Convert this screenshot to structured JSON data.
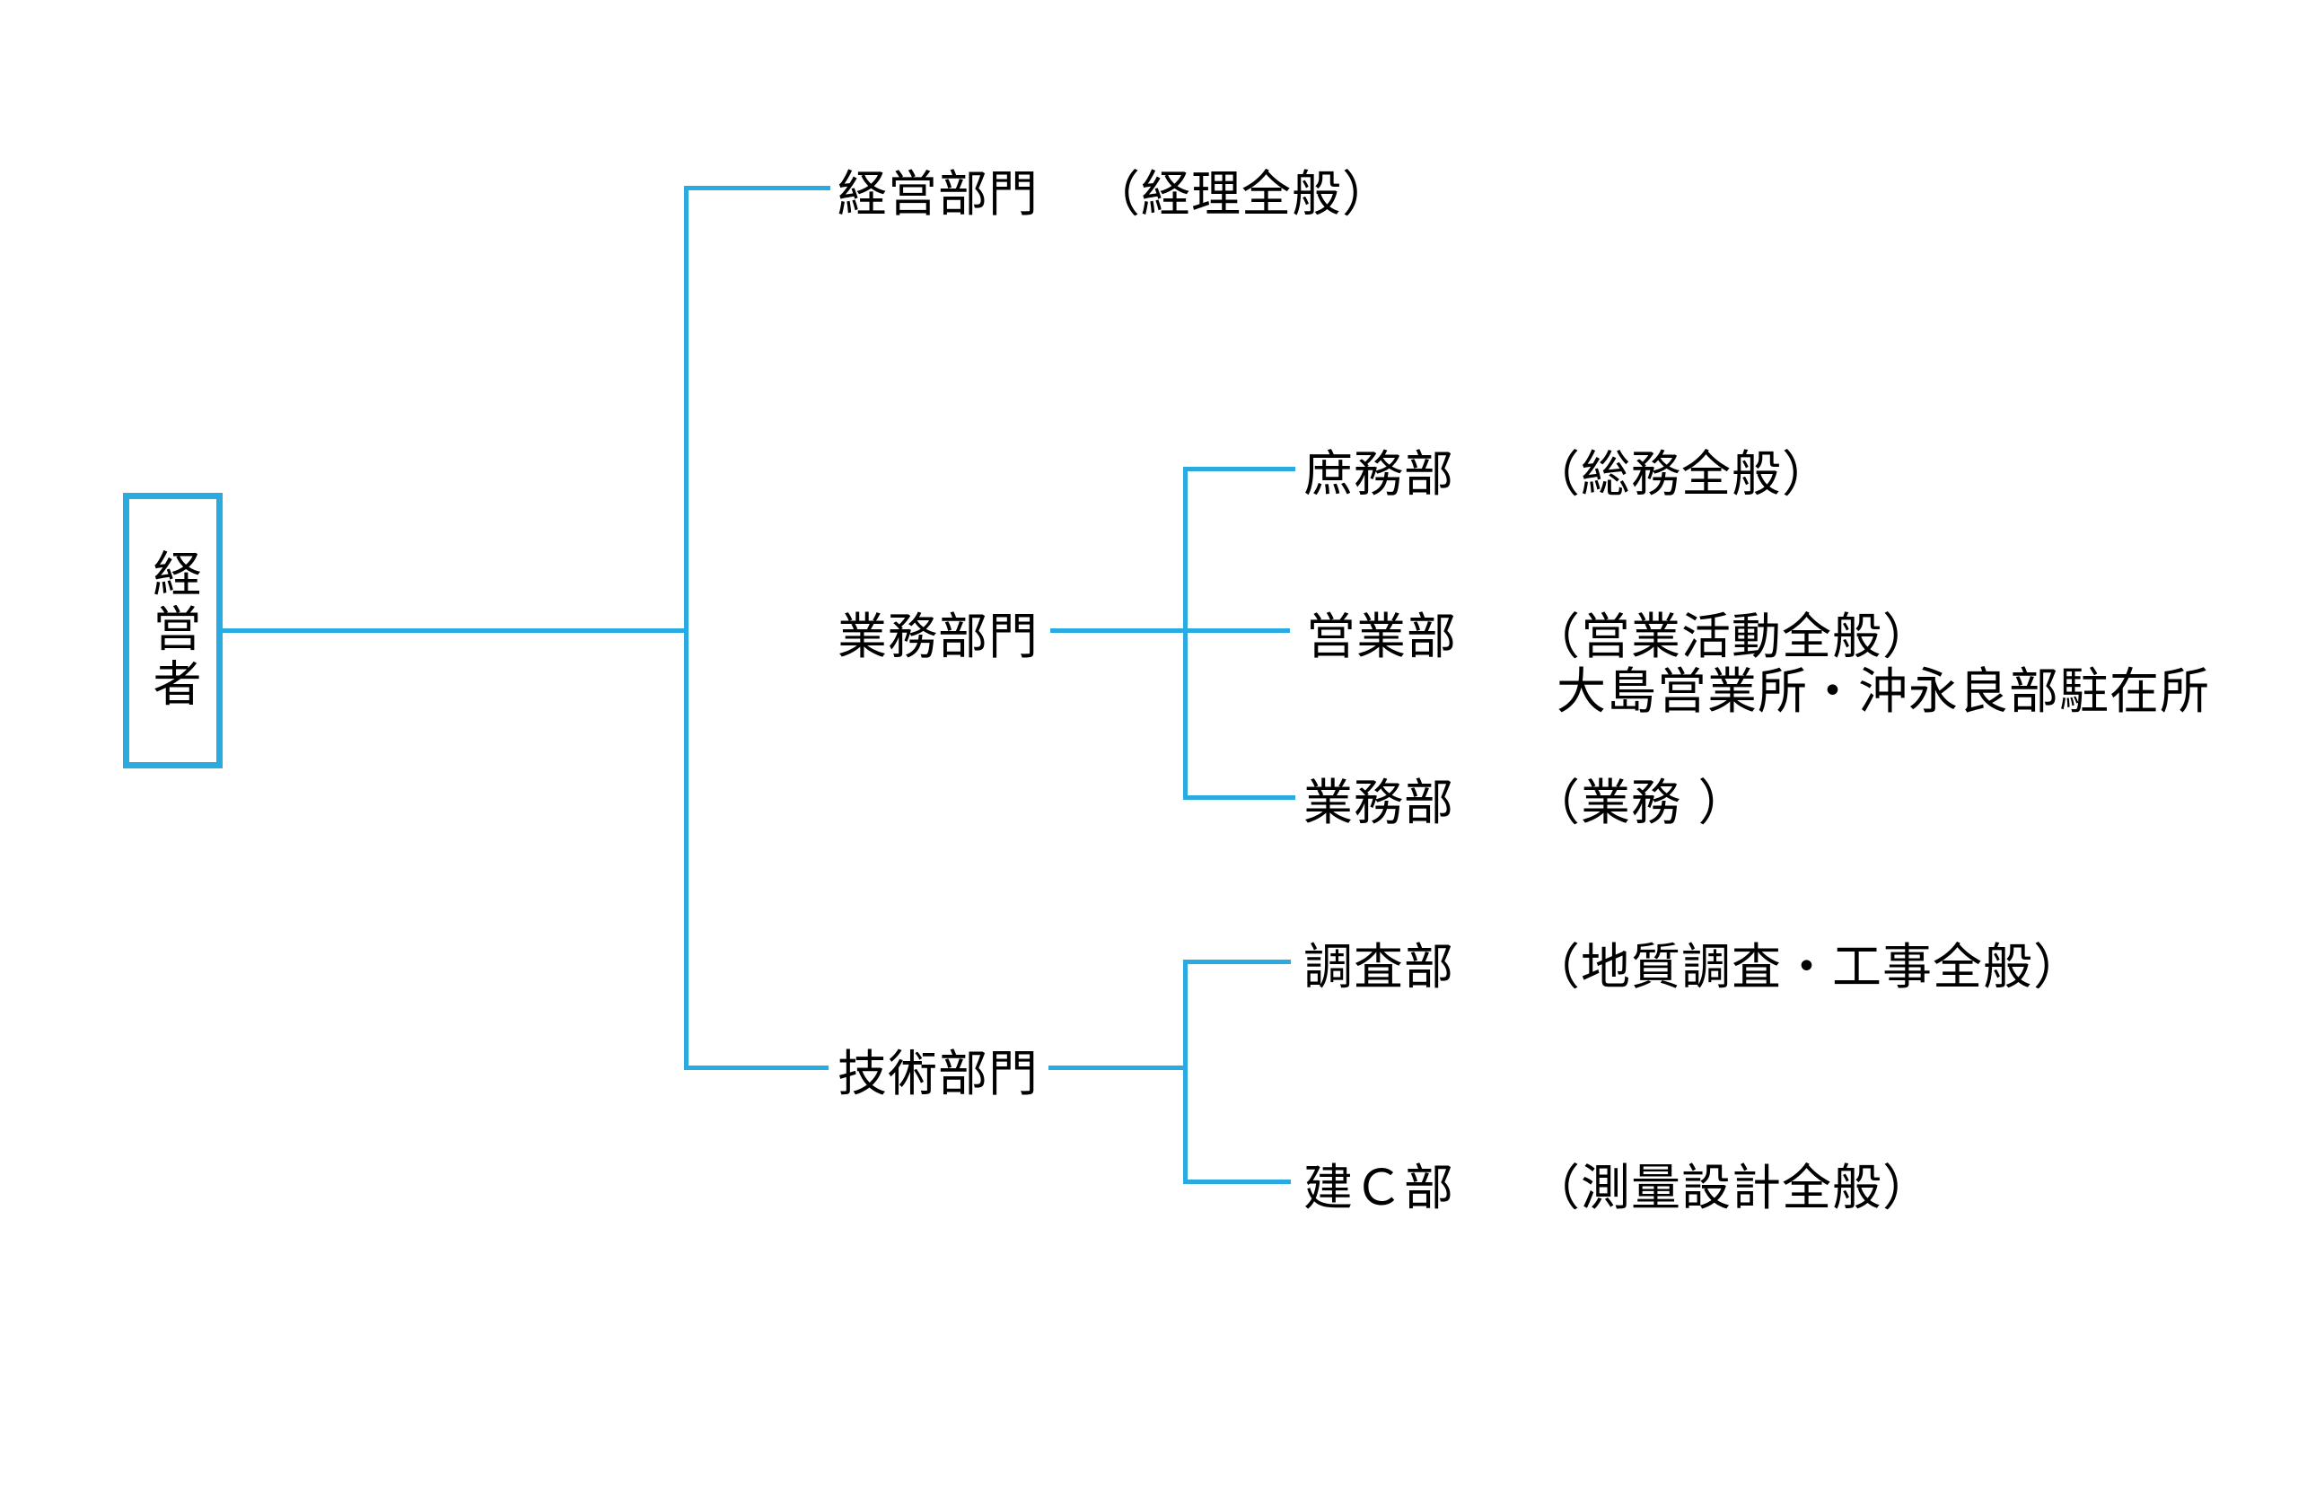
{
  "colors": {
    "line": "#29abe2",
    "text": "#000000",
    "background": "#ffffff"
  },
  "org_chart": {
    "root": {
      "label": "経営者"
    },
    "branches": [
      {
        "label": "経営部門",
        "note": "（経理全般）"
      },
      {
        "label": "業務部門",
        "children": [
          {
            "label": "庶務部",
            "note": "（総務全般）"
          },
          {
            "label": "営業部",
            "note": "（営業活動全般）",
            "note2": "大島営業所・沖永良部駐在所"
          },
          {
            "label": "業務部",
            "note": "（業務 ）"
          }
        ]
      },
      {
        "label": "技術部門",
        "children": [
          {
            "label": "調査部",
            "note": "（地質調査・工事全般）"
          },
          {
            "label": "建Ｃ部",
            "note": "（測量設計全般）"
          }
        ]
      }
    ]
  }
}
